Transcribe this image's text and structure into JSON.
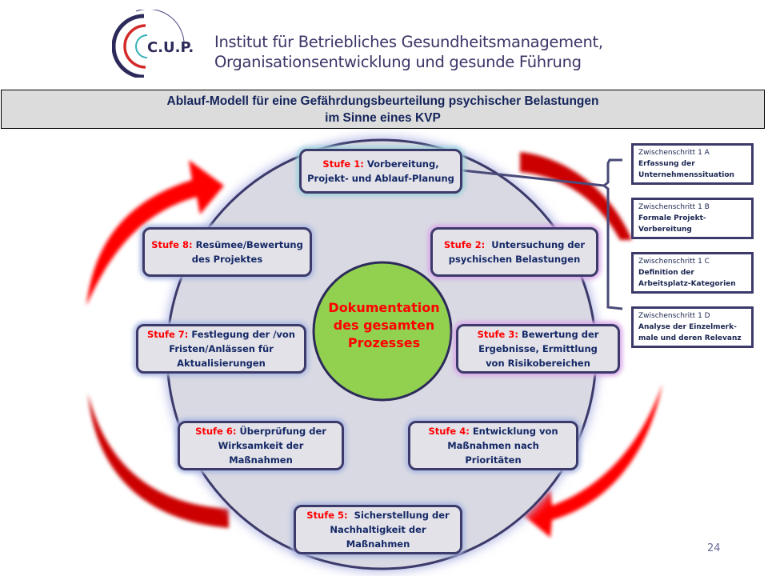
{
  "header": {
    "logo_text": "C.U.P.",
    "institute_line1": "Institut für Betriebliches Gesundheitsmanagement,",
    "institute_line2": "Organisationsentwicklung und gesunde Führung"
  },
  "title": {
    "line1": "Ablauf-Modell für eine Gefährdungsbeurteilung  psychischer Belastungen",
    "line2": "im Sinne eines KVP"
  },
  "center": {
    "line1": "Dokumentation",
    "line2": "des gesamten",
    "line3": "Prozesses",
    "color": "#92d050"
  },
  "stages": [
    {
      "label": "Stufe 1:",
      "lines": [
        "Vorbereitung,",
        "Projekt- und Ablauf-Planung"
      ]
    },
    {
      "label": "Stufe 2:",
      "lines": [
        "Untersuchung der",
        "psychischen Belastungen"
      ]
    },
    {
      "label": "Stufe 3:",
      "lines": [
        "Bewertung der",
        "Ergebnisse, Ermittlung",
        "von Risikobereichen"
      ]
    },
    {
      "label": "Stufe 4:",
      "lines": [
        "Entwicklung von",
        "Maßnahmen nach",
        "Prioritäten"
      ]
    },
    {
      "label": "Stufe 5:",
      "lines": [
        "Sicherstellung der",
        "Nachhaltigkeit der",
        "Maßnahmen"
      ]
    },
    {
      "label": "Stufe 6:",
      "lines": [
        "Überprüfung der",
        "Wirksamkeit der",
        "Maßnahmen"
      ]
    },
    {
      "label": "Stufe 7:",
      "lines": [
        "Festlegung der /von",
        "Fristen/Anlässen für",
        "Aktualisierungen"
      ]
    },
    {
      "label": "Stufe 8:",
      "lines": [
        "Resümee/Bewertung",
        "des Projektes"
      ]
    }
  ],
  "substeps": [
    {
      "title": "Zwischenschritt 1 A",
      "lines": [
        "Erfassung der",
        "Unternehmenssituation"
      ]
    },
    {
      "title": "Zwischenschritt 1 B",
      "lines": [
        "Formale Projekt-",
        "Vorbereitung"
      ]
    },
    {
      "title": "Zwischenschritt 1 C",
      "lines": [
        "Definition der",
        "Arbeitsplatz-Kategorien"
      ]
    },
    {
      "title": "Zwischenschritt 1 D",
      "lines": [
        "Analyse der Einzelmerk-",
        "male und deren Relevanz"
      ]
    }
  ],
  "colors": {
    "arrow": "#e00000",
    "circle_fill": "#d9d9e3",
    "outline": "#3c3a6a",
    "label_red": "#ff0000",
    "text_navy": "#152866"
  },
  "page_number": "24"
}
